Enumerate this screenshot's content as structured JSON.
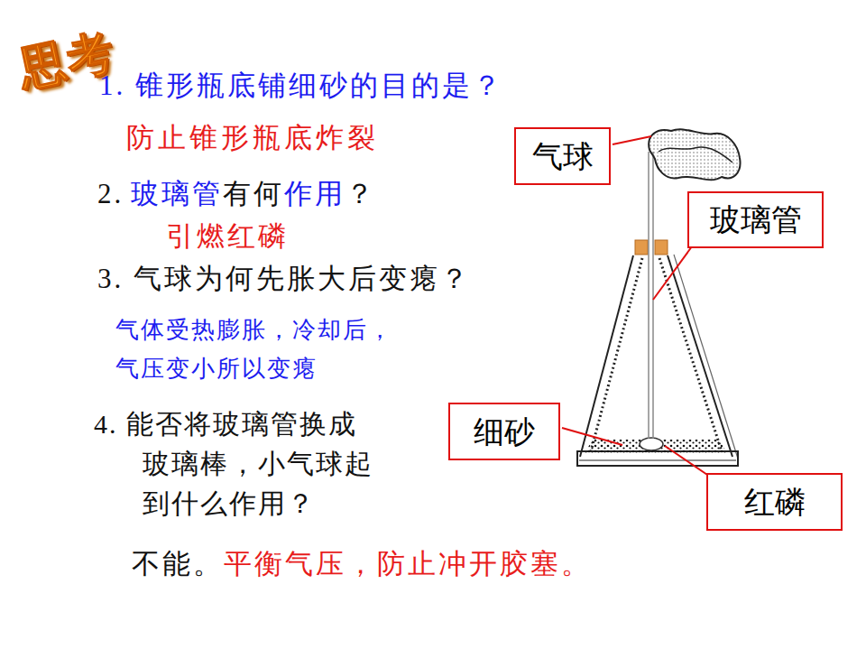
{
  "diagram": {
    "title": "思考",
    "nodes": [
      {
        "text": [
          "气球"
        ]
      },
      {
        "text": [
          "玻璃管"
        ]
      },
      {
        "text": [
          "细砂"
        ]
      },
      {
        "text": [
          "红磷"
        ]
      }
    ],
    "edges": [],
    "labels": [
      "1. 锥形瓶底铺细砂的目的是？",
      "防止锥形瓶底炸裂",
      "2.",
      "玻璃管",
      "有何",
      "作用",
      "？",
      "引燃红磷",
      "3. 气球为何先胀大后变瘪？",
      "气体受热膨胀，冷却后， 气压变小所以变瘪",
      "4. 能否将玻璃管换成 玻璃棒，小气球起 到什么作用？",
      "不能。",
      "平衡气压，防止冲开胶塞。"
    ]
  }
}
